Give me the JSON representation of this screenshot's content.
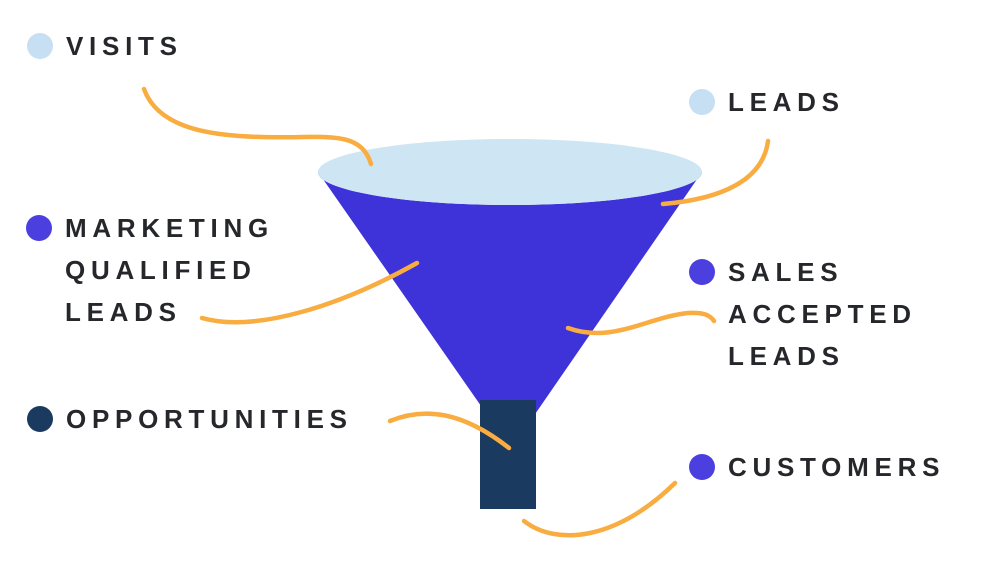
{
  "diagram": {
    "type": "marketing-sales-funnel",
    "stages": [
      "VISITS",
      "LEADS",
      "MARKETING QUALIFIED LEADS",
      "SALES ACCEPTED LEADS",
      "OPPORTUNITIES",
      "CUSTOMERS"
    ]
  },
  "labels": {
    "visits": {
      "text": "VISITS",
      "dot_color": "#C6DFF2"
    },
    "leads": {
      "text": "LEADS",
      "dot_color": "#C6DFF2"
    },
    "mql": {
      "text": "MARKETING\nQUALIFIED\nLEADS",
      "dot_color": "#4B3FE0"
    },
    "sal": {
      "text": "SALES\nACCEPTED\nLEADS",
      "dot_color": "#4B3FE0"
    },
    "opportunities": {
      "text": "OPPORTUNITIES",
      "dot_color": "#1B3A5F"
    },
    "customers": {
      "text": "CUSTOMERS",
      "dot_color": "#4B3FE0"
    }
  },
  "colors": {
    "funnel_mouth_fill": "#CEE5F4",
    "funnel_cone_fill": "#3E33D9",
    "funnel_stem_fill": "#1B3A5F",
    "connector_stroke": "#F9AC40",
    "text": "#26272B",
    "background": "#FFFFFF"
  }
}
